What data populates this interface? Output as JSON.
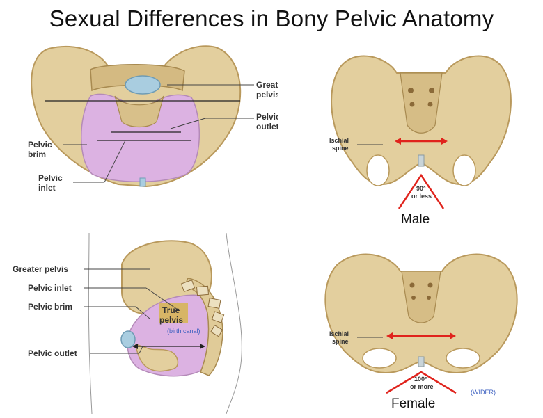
{
  "title": "Sexual Differences in Bony Pelvic Anatomy",
  "colors": {
    "bone": "#e3cf9e",
    "bone_shadow": "#b9995c",
    "inlet": "#dcb2e2",
    "accent_red": "#e0231c",
    "note_blue": "#3b5fc0",
    "highlight": "#d4b800"
  },
  "top_left": {
    "labels": {
      "greater_pelvis": [
        "Greater",
        "pelvis"
      ],
      "pelvic_outlet": [
        "Pelvic",
        "outlet"
      ],
      "pelvic_brim": [
        "Pelvic",
        "brim"
      ],
      "pelvic_inlet": [
        "Pelvic",
        "inlet"
      ]
    }
  },
  "bottom_left": {
    "labels": {
      "greater_pelvis": "Greater pelvis",
      "pelvic_inlet": "Pelvic inlet",
      "pelvic_brim": "Pelvic brim",
      "pelvic_outlet": "Pelvic outlet"
    },
    "true_pelvis": [
      "True",
      "pelvis"
    ],
    "birth_canal": "(birth canal)"
  },
  "male": {
    "ischial_spine": [
      "Ischial",
      "spine"
    ],
    "angle": [
      "90°",
      "or less"
    ],
    "caption": "Male"
  },
  "female": {
    "ischial_spine": [
      "Ischial",
      "spine"
    ],
    "angle": [
      "100°",
      "or more"
    ],
    "caption": "Female",
    "note": "(WIDER)"
  }
}
